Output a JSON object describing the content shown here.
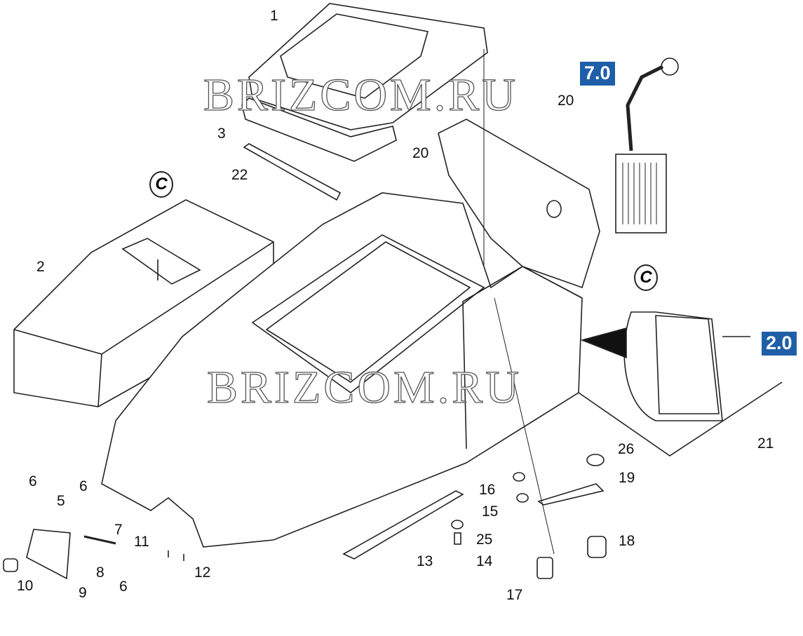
{
  "watermark": "BRIZCOM.RU",
  "badges": {
    "b70": "7.0",
    "b20": "2.0"
  },
  "circle_marker": "C",
  "colors": {
    "badge": "#1f5fa8"
  },
  "callouts": {
    "c1": "1",
    "c2": "2",
    "c3": "3",
    "c5": "5",
    "c6a": "6",
    "c6b": "6",
    "c6c": "6",
    "c7": "7",
    "c8": "8",
    "c9": "9",
    "c10": "10",
    "c11": "11",
    "c12": "12",
    "c13": "13",
    "c14": "14",
    "c15": "15",
    "c16": "16",
    "c17": "17",
    "c18": "18",
    "c19": "19",
    "c20a": "20",
    "c20b": "20",
    "c21": "21",
    "c22": "22",
    "c25": "25",
    "c26": "26"
  }
}
